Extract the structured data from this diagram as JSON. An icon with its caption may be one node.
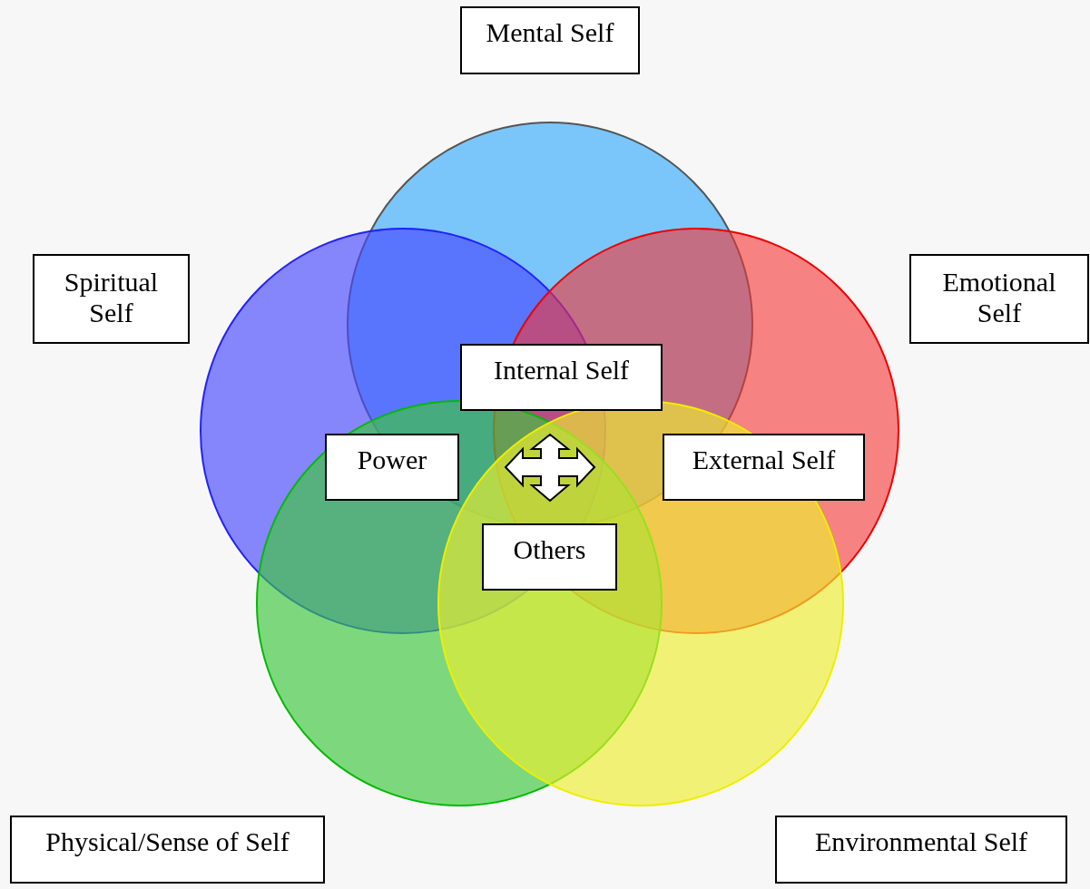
{
  "diagram": {
    "nodes": [
      {
        "text": [
          "Mental Self"
        ]
      },
      {
        "text": [
          "Spiritual Self"
        ]
      },
      {
        "text": [
          "Emotional Self"
        ]
      },
      {
        "text": [
          "Internal Self"
        ]
      },
      {
        "text": [
          "Power"
        ]
      },
      {
        "text": [
          "External Self"
        ]
      },
      {
        "text": [
          "Others"
        ]
      },
      {
        "text": [
          "Physical/Sense of Self"
        ]
      },
      {
        "text": [
          "Environmental Self"
        ]
      }
    ]
  }
}
